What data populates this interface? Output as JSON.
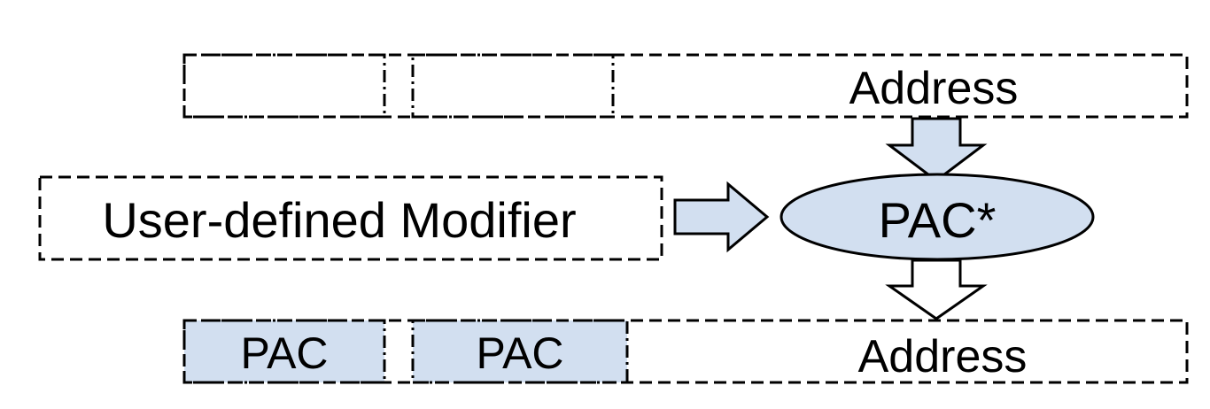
{
  "top_register": {
    "address_label": "Address"
  },
  "modifier": {
    "label": "User-defined Modifier"
  },
  "pac_function": {
    "label": "PAC*"
  },
  "bottom_register": {
    "pac_fields": [
      "PAC",
      "PAC"
    ],
    "address_label": "Address"
  },
  "colors": {
    "fill": "#d2dff0",
    "stroke": "#000000",
    "background": "#ffffff"
  }
}
